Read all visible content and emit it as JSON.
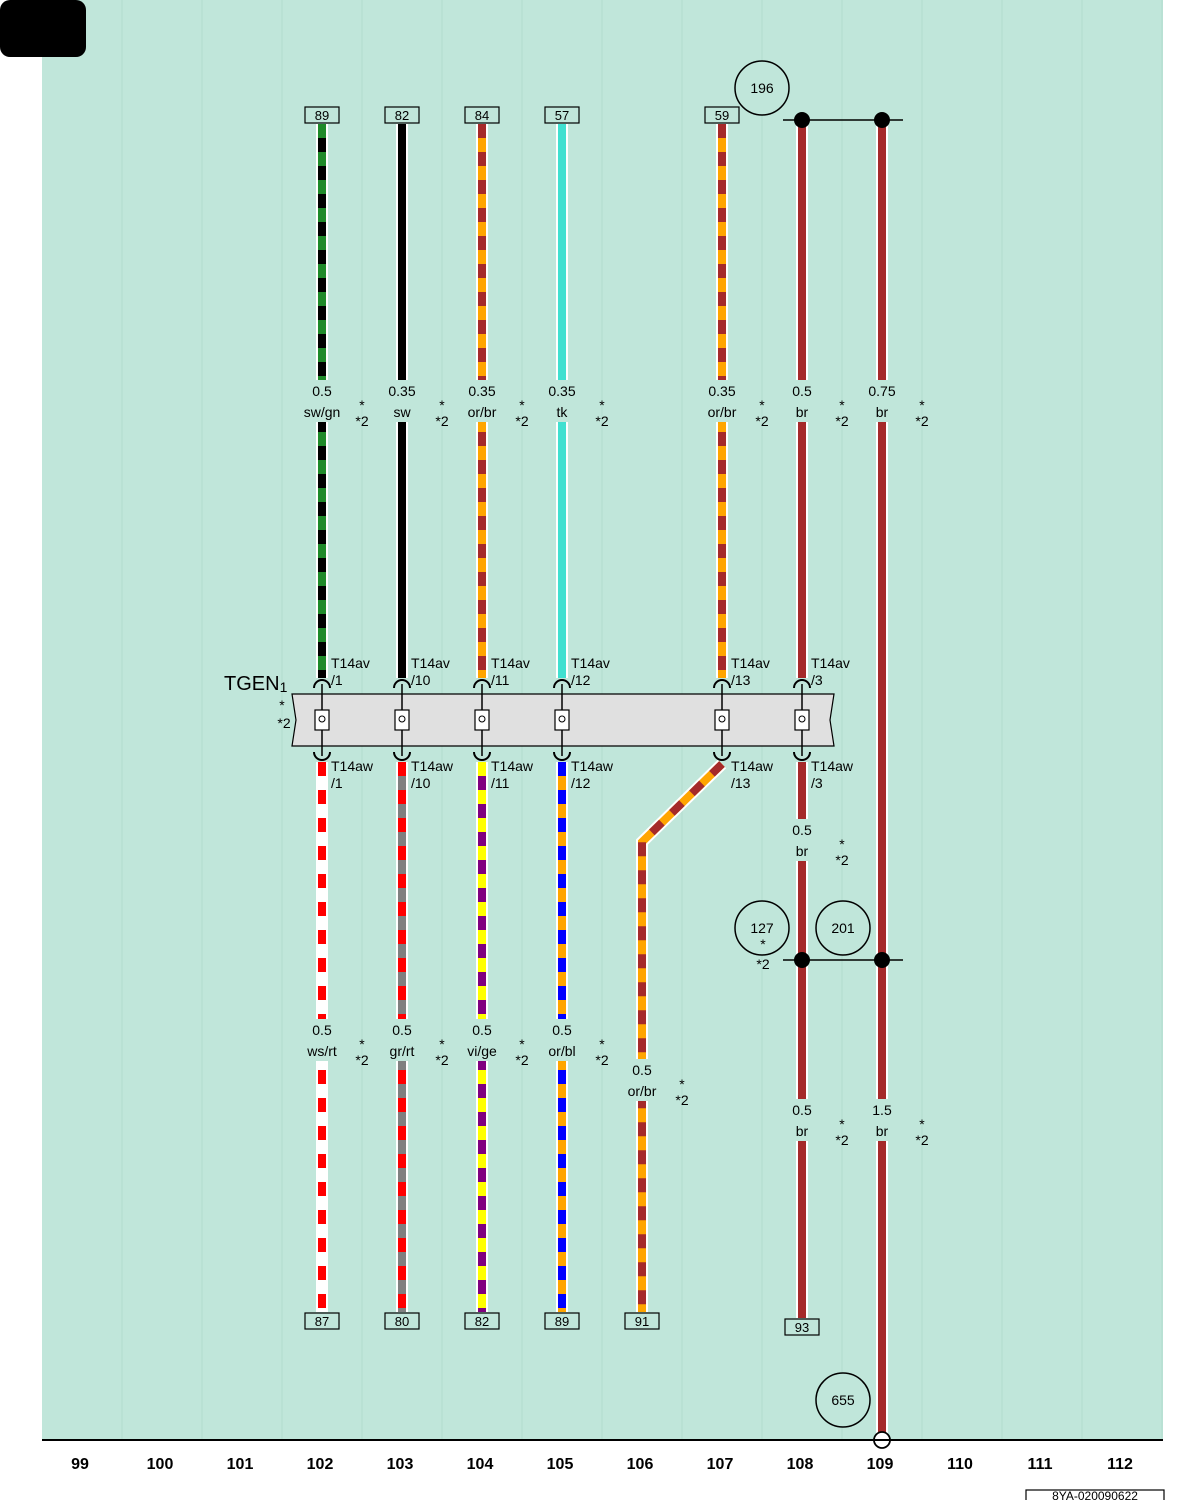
{
  "colors": {
    "background": "#c0e6da",
    "strip_line": "#b2dccd",
    "connector_body": "#e0e0e0",
    "sw": "#000000",
    "gn": "#1f8a2a",
    "or": "#ffa500",
    "br": "#a52a2a",
    "tk": "#40e0d0",
    "ws": "#ffffff",
    "rt": "#ff0000",
    "gr": "#808080",
    "vi": "#800080",
    "ge": "#ffff00",
    "bl": "#0000ff"
  },
  "columns": [
    "99",
    "100",
    "101",
    "102",
    "103",
    "104",
    "105",
    "106",
    "107",
    "108",
    "109",
    "110",
    "111",
    "112"
  ],
  "connector": {
    "name": "TGEN",
    "subscript": "1",
    "star": "*",
    "note": "*2"
  },
  "pins_top": [
    "T14av /1",
    "T14av /10",
    "T14av /11",
    "T14av /12",
    "T14av /13",
    "T14av /3"
  ],
  "pins_bottom": [
    "T14aw /1",
    "T14aw /10",
    "T14aw /11",
    "T14aw /12",
    "T14aw /13",
    "T14aw /3"
  ],
  "top_refs": [
    "89",
    "82",
    "84",
    "57",
    "59"
  ],
  "bottom_refs": [
    "87",
    "80",
    "82",
    "89",
    "91",
    "93"
  ],
  "circle_refs": [
    "196",
    "127",
    "201",
    "655"
  ],
  "circle_127_note": {
    "star": "*",
    "note": "*2"
  },
  "wires_top": [
    {
      "size": "0.5",
      "color": "sw/gn",
      "star": "*",
      "note": "*2"
    },
    {
      "size": "0.35",
      "color": "sw",
      "star": "*",
      "note": "*2"
    },
    {
      "size": "0.35",
      "color": "or/br",
      "star": "*",
      "note": "*2"
    },
    {
      "size": "0.35",
      "color": "tk",
      "star": "*",
      "note": "*2"
    },
    {
      "size": "0.35",
      "color": "or/br",
      "star": "*",
      "note": "*2"
    },
    {
      "size": "0.5",
      "color": "br",
      "star": "*",
      "note": "*2"
    },
    {
      "size": "0.75",
      "color": "br",
      "star": "*",
      "note": "*2"
    }
  ],
  "wires_bottom": [
    {
      "size": "0.5",
      "color": "ws/rt",
      "star": "*",
      "note": "*2"
    },
    {
      "size": "0.5",
      "color": "gr/rt",
      "star": "*",
      "note": "*2"
    },
    {
      "size": "0.5",
      "color": "vi/ge",
      "star": "*",
      "note": "*2"
    },
    {
      "size": "0.5",
      "color": "or/bl",
      "star": "*",
      "note": "*2"
    },
    {
      "size": "0.5",
      "color": "or/br",
      "star": "*",
      "note": "*2"
    },
    {
      "size": "0.5",
      "color": "br",
      "star": "*",
      "note": "*2"
    },
    {
      "size": "0.5",
      "color": "br",
      "star": "*",
      "note": "*2"
    },
    {
      "size": "1.5",
      "color": "br",
      "star": "*",
      "note": "*2"
    }
  ],
  "footer_code": "8YA-020090622"
}
